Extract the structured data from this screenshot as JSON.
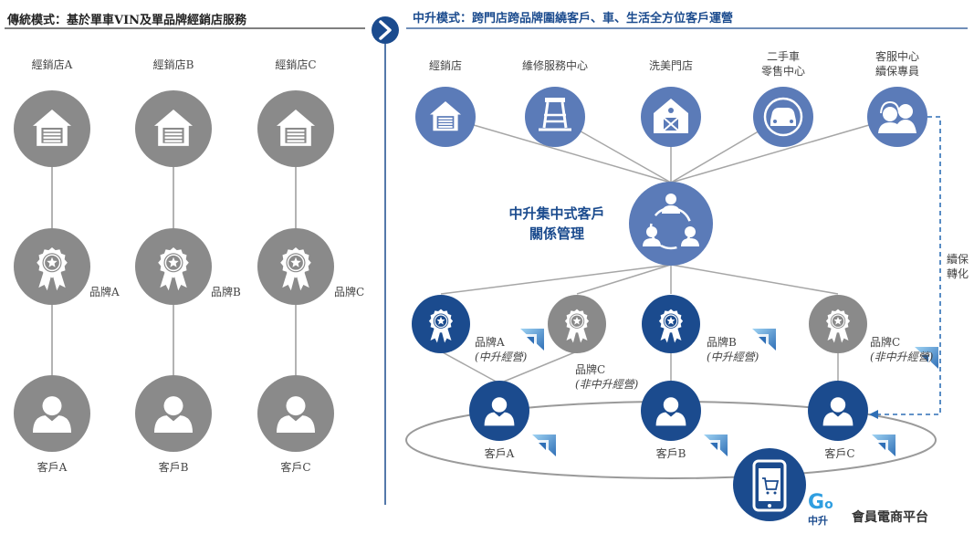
{
  "left_section": {
    "title": "傳統模式：基於單車VIN及單品牌經銷店服務",
    "columns": [
      {
        "dealer": "經銷店A",
        "brand": "品牌A",
        "customer": "客戶A"
      },
      {
        "dealer": "經銷店B",
        "brand": "品牌B",
        "customer": "客戶B"
      },
      {
        "dealer": "經銷店C",
        "brand": "品牌C",
        "customer": "客戶C"
      }
    ]
  },
  "right_section": {
    "title": "中升模式：跨門店跨品牌圍繞客戶、車、生活全方位客戶運營",
    "top_nodes": [
      {
        "label": "經銷店",
        "icon": "garage-icon"
      },
      {
        "label": "維修服務中心",
        "icon": "car-lift-icon"
      },
      {
        "label": "洗美門店",
        "icon": "barn-icon"
      },
      {
        "label_lines": [
          "二手車",
          "零售中心"
        ],
        "icon": "car-cycle-icon"
      },
      {
        "label_lines": [
          "客服中心",
          "續保專員"
        ],
        "icon": "agents-icon"
      }
    ],
    "center": {
      "label_lines": [
        "中升集中式客戶",
        "關係管理"
      ],
      "icon": "crm-team-icon"
    },
    "brands": [
      {
        "name": "品牌A",
        "note": "(中升經營)",
        "color": "#1b4b8e"
      },
      {
        "name": "品牌C",
        "note": "(非中升經營)",
        "color": "#8a8a8a"
      },
      {
        "name": "品牌B",
        "note": "(中升經營)",
        "color": "#1b4b8e"
      },
      {
        "name": "品牌C",
        "note": "(非中升經營)",
        "color": "#8a8a8a"
      }
    ],
    "customers": [
      "客戶A",
      "客戶B",
      "客戶C"
    ],
    "side_label": [
      "續保",
      "轉化"
    ],
    "platform": {
      "label": "會員電商平台",
      "logo_text": "中升"
    }
  },
  "colors": {
    "grey": "#8a8a8a",
    "navy": "#1b4b8e",
    "mid_blue": "#5b7bb8",
    "line": "#9a9a9a"
  }
}
